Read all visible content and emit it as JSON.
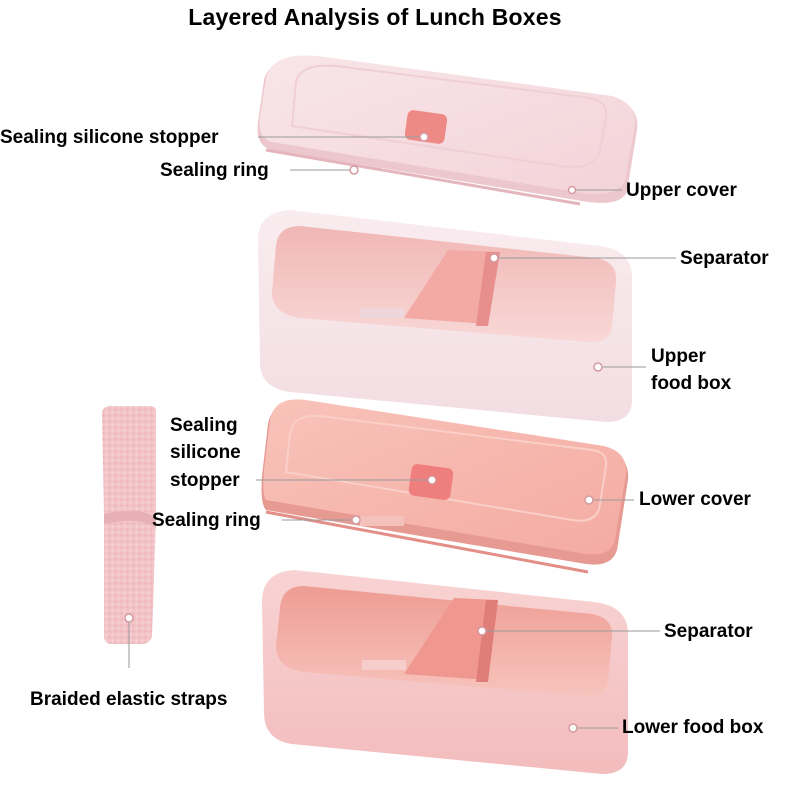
{
  "title": "Layered Analysis of Lunch Boxes",
  "labels": {
    "upper_stopper": "Sealing silicone stopper",
    "upper_ring": "Sealing ring",
    "upper_cover": "Upper cover",
    "upper_separator": "Separator",
    "upper_box_line1": "Upper",
    "upper_box_line2": "food box",
    "lower_stopper_line1": "Sealing",
    "lower_stopper_line2": "silicone",
    "lower_stopper_line3": "stopper",
    "lower_ring": "Sealing ring",
    "lower_cover": "Lower cover",
    "lower_separator": "Separator",
    "lower_box": "Lower food box",
    "straps": "Braided elastic straps"
  },
  "colors": {
    "upper_lid": "#f6dde1",
    "upper_box_shell": "#f7e6ea",
    "upper_box_inner": "#f4c7c4",
    "lower_lid": "#f6b7ae",
    "lower_box_shell": "#f7c9c8",
    "lower_box_inner": "#f2b0a6",
    "stopper": "#ee8a86",
    "strap": "#f2c2c6",
    "leader_line": "#9a9a9a"
  }
}
